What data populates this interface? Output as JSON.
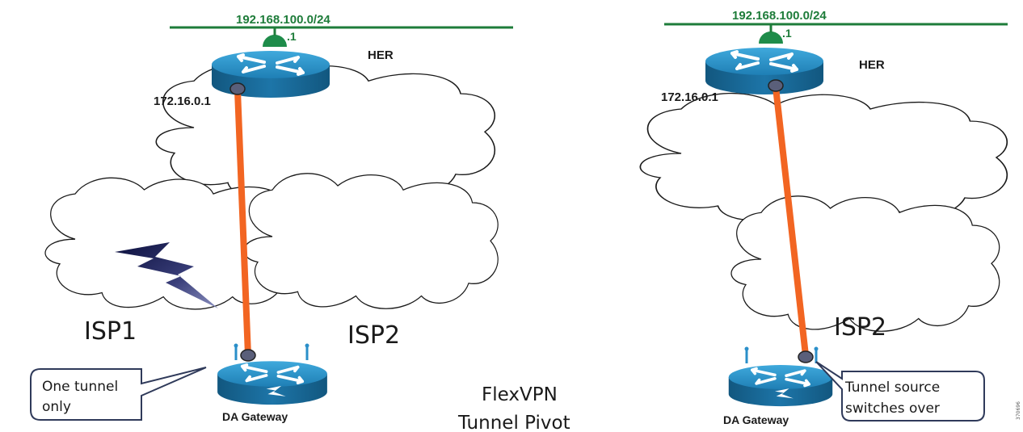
{
  "left_panel": {
    "subnet_label": "192.168.100.0/24",
    "gateway_ip_label": ".1",
    "her_label": "HER",
    "tunnel_ip_label": "172.16.0.1",
    "isp1_label": "ISP1",
    "isp2_label": "ISP2",
    "da_gateway_label": "DA Gateway",
    "callout_line1": "One tunnel",
    "callout_line2": "only"
  },
  "right_panel": {
    "subnet_label": "192.168.100.0/24",
    "gateway_ip_label": ".1",
    "her_label": "HER",
    "tunnel_ip_label": "172.16.0.1",
    "isp2_label": "ISP2",
    "da_gateway_label": "DA Gateway",
    "callout_line1": "Tunnel source",
    "callout_line2": "switches over"
  },
  "caption": {
    "line1": "FlexVPN",
    "line2": "Tunnel Pivot"
  },
  "figure_id": "370696",
  "colors": {
    "subnet_green": "#1e7c3a",
    "router_blue": "#1f7fb5",
    "tunnel_orange": "#f26522",
    "callout_border": "#2f3a5a"
  }
}
